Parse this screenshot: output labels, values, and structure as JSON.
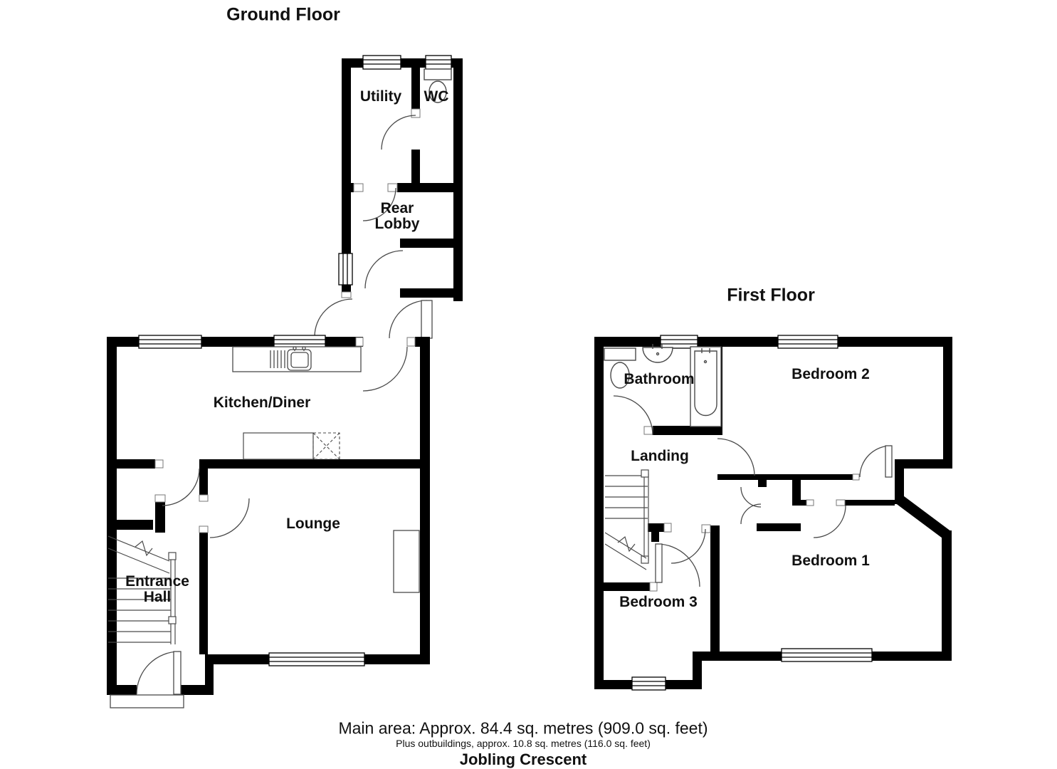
{
  "ground_floor": {
    "title": "Ground Floor",
    "rooms": {
      "utility": "Utility",
      "wc": "WC",
      "rear_lobby_l1": "Rear",
      "rear_lobby_l2": "Lobby",
      "kitchen": "Kitchen/Diner",
      "lounge": "Lounge",
      "hall_l1": "Entrance",
      "hall_l2": "Hall"
    }
  },
  "first_floor": {
    "title": "First Floor",
    "rooms": {
      "bathroom": "Bathroom",
      "bedroom2": "Bedroom 2",
      "landing": "Landing",
      "bedroom1": "Bedroom 1",
      "bedroom3": "Bedroom 3"
    }
  },
  "footer": {
    "main_area": "Main area: Approx. 84.4 sq. metres (909.0 sq. feet)",
    "outbuildings": "Plus outbuildings, approx. 10.8 sq. metres (116.0 sq. feet)",
    "address": "Jobling Crescent"
  },
  "colors": {
    "wall": "#000000",
    "line": "#4a4a4a",
    "background": "#ffffff"
  }
}
